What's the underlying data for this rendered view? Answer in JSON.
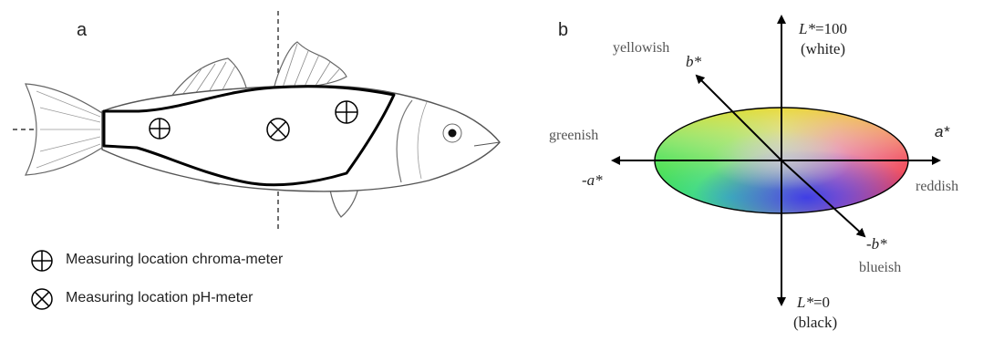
{
  "panel_a": {
    "letter": "a",
    "legend": [
      {
        "symbol": "circle-plus",
        "text": "Measuring location chroma-meter"
      },
      {
        "symbol": "circle-cross",
        "text": "Measuring location pH-meter"
      }
    ]
  },
  "panel_b": {
    "letter": "b",
    "labels": {
      "l_top_var": "L*",
      "l_top_val": "=100",
      "l_top_desc": "(white)",
      "l_bottom_var": "L*",
      "l_bottom_val": "=0",
      "l_bottom_desc": "(black)",
      "yellowish": "yellowish",
      "b_pos": "b*",
      "greenish": "greenish",
      "a_neg": "-a*",
      "a_pos": "a*",
      "reddish": "reddish",
      "b_neg": "-b*",
      "blueish": "blueish"
    }
  }
}
